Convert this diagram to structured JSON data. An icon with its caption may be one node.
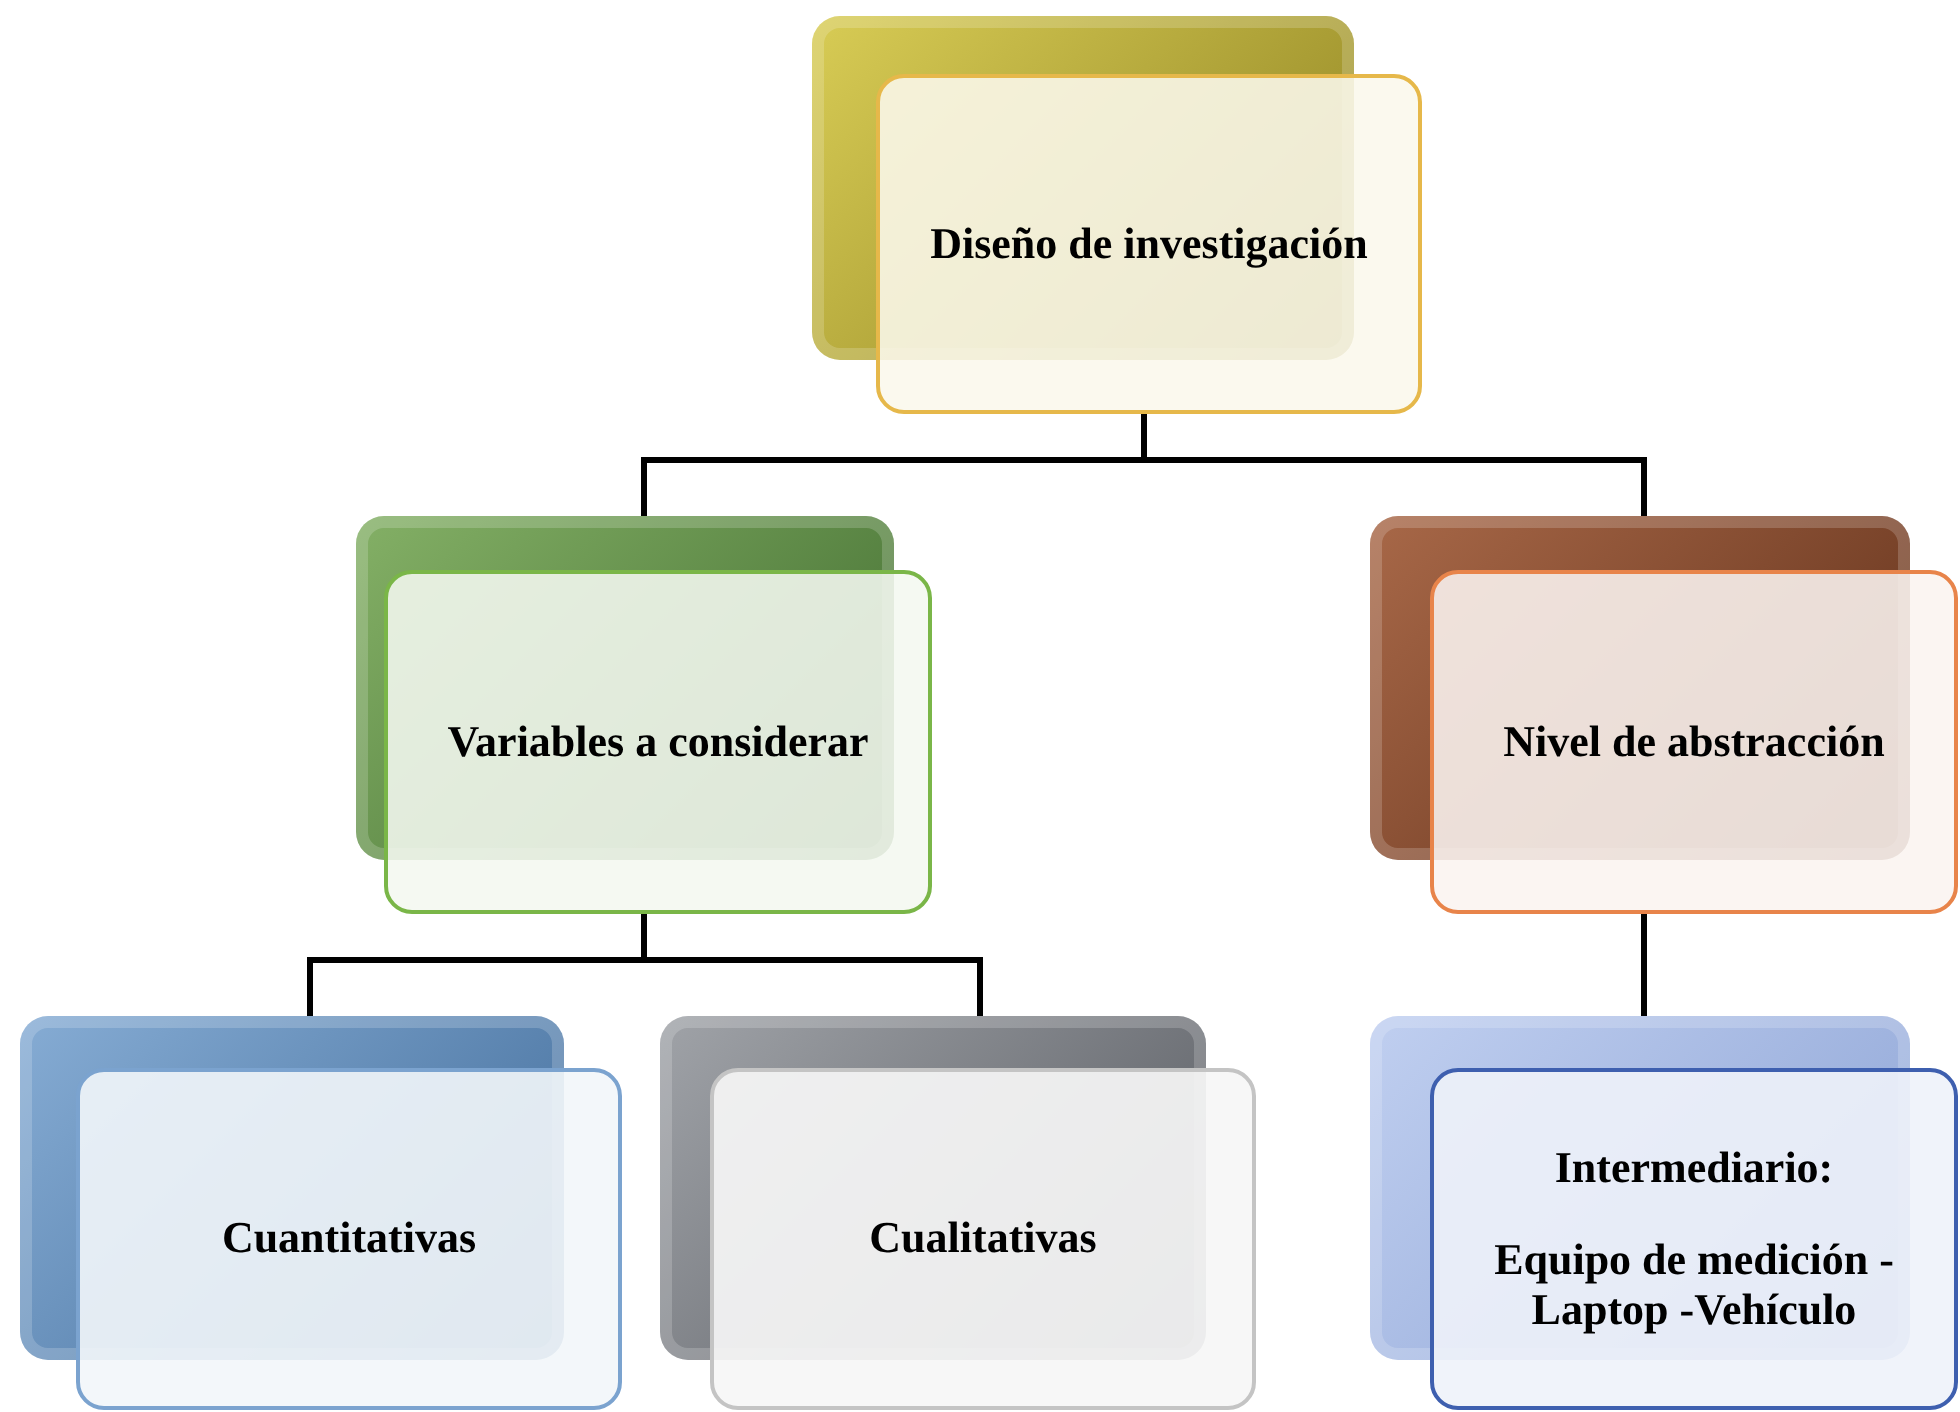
{
  "diagram": {
    "nodes": [
      {
        "text": [
          "Diseño de investigación"
        ]
      },
      {
        "text": [
          "Variables a considerar"
        ]
      },
      {
        "text": [
          "Nivel de abstracción"
        ]
      },
      {
        "text": [
          "Cuantitativas"
        ]
      },
      {
        "text": [
          "Cualitativas"
        ]
      },
      {
        "text": [
          "Intermediario:",
          "Equipo de medición - Laptop -Vehículo"
        ]
      }
    ],
    "edges": [
      {
        "from": 0,
        "to": 1,
        "arrow": "none"
      },
      {
        "from": 0,
        "to": 2,
        "arrow": "none"
      },
      {
        "from": 1,
        "to": 3,
        "arrow": "none"
      },
      {
        "from": 1,
        "to": 4,
        "arrow": "none"
      },
      {
        "from": 2,
        "to": 5,
        "arrow": "none"
      }
    ]
  }
}
